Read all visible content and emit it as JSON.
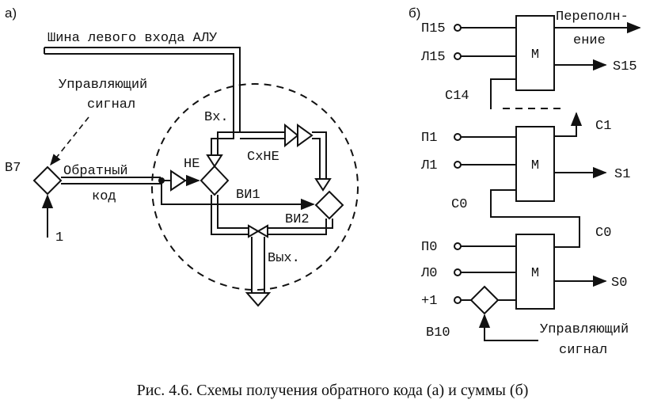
{
  "panel_a": {
    "label": "а)",
    "bus_label": "Шина левого входа АЛУ",
    "control_signal": [
      "Управляющий",
      "сигнал"
    ],
    "gate_b7": "В7",
    "return_code": [
      "Обратный",
      "код"
    ],
    "input_one": "1",
    "input_label": "Вх.",
    "not_label": "НЕ",
    "schne_label": "СхНЕ",
    "vi1_label": "ВИ1",
    "vi2_label": "ВИ2",
    "output_label": "Вых."
  },
  "panel_b": {
    "label": "б)",
    "p15": "П15",
    "l15": "Л15",
    "m_top": "М",
    "overflow": [
      "Переполн-",
      "ение"
    ],
    "s15": "S15",
    "c14": "С14",
    "c1": "С1",
    "p1": "П1",
    "l1": "Л1",
    "m_mid": "М",
    "s1": "S1",
    "c0_left": "С0",
    "c0_right": "С0",
    "p0": "П0",
    "l0": "Л0",
    "m_bot": "М",
    "s0": "S0",
    "plus_one": "+1",
    "gate_b10": "В10",
    "control_signal": [
      "Управляющий",
      "сигнал"
    ]
  },
  "caption": "Рис. 4.6. Схемы получения обратного кода (а) и суммы (б)"
}
